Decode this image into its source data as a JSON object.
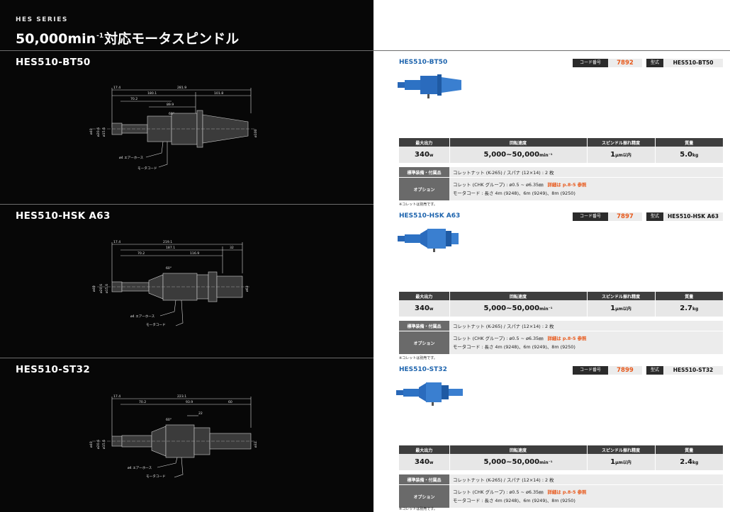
{
  "header": {
    "series": "HES SERIES",
    "title_prefix": "50,000min",
    "title_sup": "-1",
    "title_suffix": "対応モータスピンドル"
  },
  "labels": {
    "code_label": "コード番号",
    "model_label": "型式",
    "col_power": "最大出力",
    "col_speed": "回転速度",
    "col_runout": "スピンドル振れ精度",
    "col_weight": "質量",
    "std_label": "標準装備・付属品",
    "opt_label": "オプション",
    "air_hose": "ø4 エアーホース",
    "motor_cord": "モータコード",
    "angle": "60°"
  },
  "colors": {
    "brand_blue": "#1c63ad",
    "accent_orange": "#e8581a",
    "panel_dark": "#070707"
  },
  "products": [
    {
      "name": "HES510-BT50",
      "code": "7892",
      "power": "340",
      "power_unit": "w",
      "speed": "5,000~50,000",
      "speed_unit": "min⁻¹",
      "runout": "1",
      "runout_unit": "μm以内",
      "weight": "5.0",
      "weight_unit": "kg",
      "standard": "コレットナット (K-265) / スパナ (12×14) : 2 枚",
      "option_collet": "コレット (CHK グループ) : ø0.5 ~ ø6.35㎜",
      "option_ref": "詳細は p.8-5 参照",
      "option_cord": "モータコード : 長さ 4m (9248)、6m (9249)、8m (9250)",
      "note": "※コレットは別売です。",
      "dims": {
        "d1": "17.4",
        "d2": "281.9",
        "d3": "180.1",
        "d4": "101.8",
        "d5": "70.2",
        "d6": "89.9",
        "dia1": "ø40",
        "dia2": "ø20.6",
        "dia3": "ø15.6",
        "dia4": "ø100"
      }
    },
    {
      "name": "HES510-HSK A63",
      "code": "7897",
      "power": "340",
      "power_unit": "w",
      "speed": "5,000~50,000",
      "speed_unit": "min⁻¹",
      "runout": "1",
      "runout_unit": "μm以内",
      "weight": "2.7",
      "weight_unit": "kg",
      "standard": "コレットナット (K-265) / スパナ (12×14) : 2 枚",
      "option_collet": "コレット (CHK グループ) : ø0.5 ~ ø6.35㎜",
      "option_ref": "詳細は p.8-5 参照",
      "option_cord": "モータコード : 長さ 4m (9248)、6m (9249)、8m (9250)",
      "note": "※コレットは別売です。",
      "dims": {
        "d1": "17.4",
        "d2": "219.1",
        "d3": "187.1",
        "d4": "32",
        "d5": "70.2",
        "d6": "116.9",
        "dia1": "ø40",
        "dia2": "ø20.6",
        "dia3": "ø15.6",
        "dia4": "ø63"
      }
    },
    {
      "name": "HES510-ST32",
      "code": "7899",
      "power": "340",
      "power_unit": "w",
      "speed": "5,000~50,000",
      "speed_unit": "min⁻¹",
      "runout": "1",
      "runout_unit": "μm以内",
      "weight": "2.4",
      "weight_unit": "kg",
      "standard": "コレットナット (K-265) / スパナ (12×14) : 2 枚",
      "option_collet": "コレット (CHK グループ) : ø0.5 ~ ø6.35㎜",
      "option_ref": "詳細は p.8-5 参照",
      "option_cord": "モータコード : 長さ 4m (9248)、6m (9249)、8m (9250)",
      "note": "※コレットは別売です。",
      "dims": {
        "d1": "17.4",
        "d2": "223.1",
        "d3": "70.2",
        "d4": "93.9",
        "d5": "60",
        "d6": "22",
        "dia1": "ø40",
        "dia2": "ø20.6",
        "dia3": "ø15.6",
        "dia4": "ø32"
      }
    }
  ]
}
